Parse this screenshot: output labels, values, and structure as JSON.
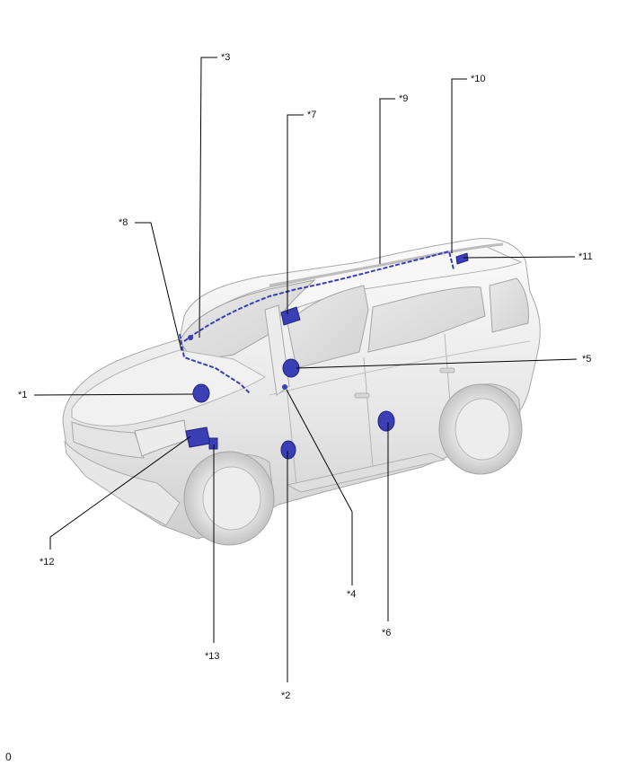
{
  "callouts": {
    "c1": "*1",
    "c2": "*2",
    "c3": "*3",
    "c4": "*4",
    "c5": "*5",
    "c6": "*6",
    "c7": "*7",
    "c8": "*8",
    "c9": "*9",
    "c10": "*10",
    "c11": "*11",
    "c12": "*12",
    "c13": "*13"
  },
  "figure_code": "0",
  "colors": {
    "component": "#3b3fb6",
    "component_dark": "#1f2280",
    "body_light": "#f0f0f0",
    "body_mid": "#d8d8d8",
    "body_shadow": "#bdbdbd",
    "outline": "#9a9a9a",
    "leader": "#000000"
  }
}
